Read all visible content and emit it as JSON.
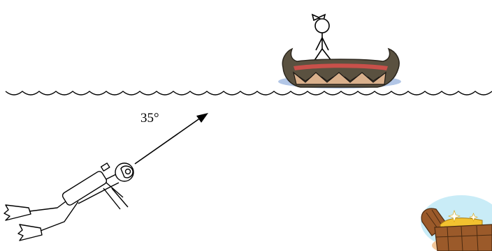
{
  "diagram": {
    "angle_label": "35°",
    "angle_degrees": 35,
    "objects": [
      "water-surface",
      "canoe",
      "stick-figure-in-canoe",
      "scuba-diver",
      "direction-arrow",
      "treasure-chest"
    ],
    "colors": {
      "ink": "#000000",
      "canoe_hull": "#5a5140",
      "canoe_stripe": "#c8504a",
      "canoe_pattern": "#d9b08c",
      "canoe_water": "#9fb8e0",
      "chest_sky": "#c9ecf7",
      "chest_sand": "#f2c79a",
      "chest_wood": "#9b5a2a",
      "gold": "#f2c230"
    }
  }
}
